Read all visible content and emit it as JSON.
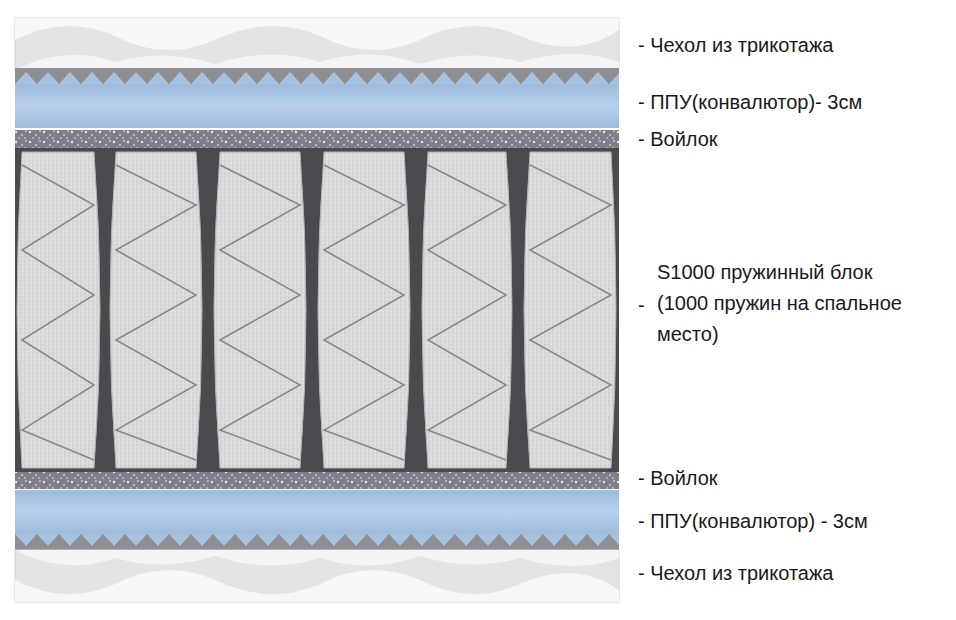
{
  "diagram": {
    "labels": [
      "- Чехол из трикотажа",
      "- ППУ(конвалютор)- 3см",
      "- Войлок",
      "-",
      "S1000 пружинный блок (1000 пружин на спальное место)",
      "- Войлок",
      "- ППУ(конвалютор) - 3см",
      "- Чехол из трикотажа"
    ]
  }
}
